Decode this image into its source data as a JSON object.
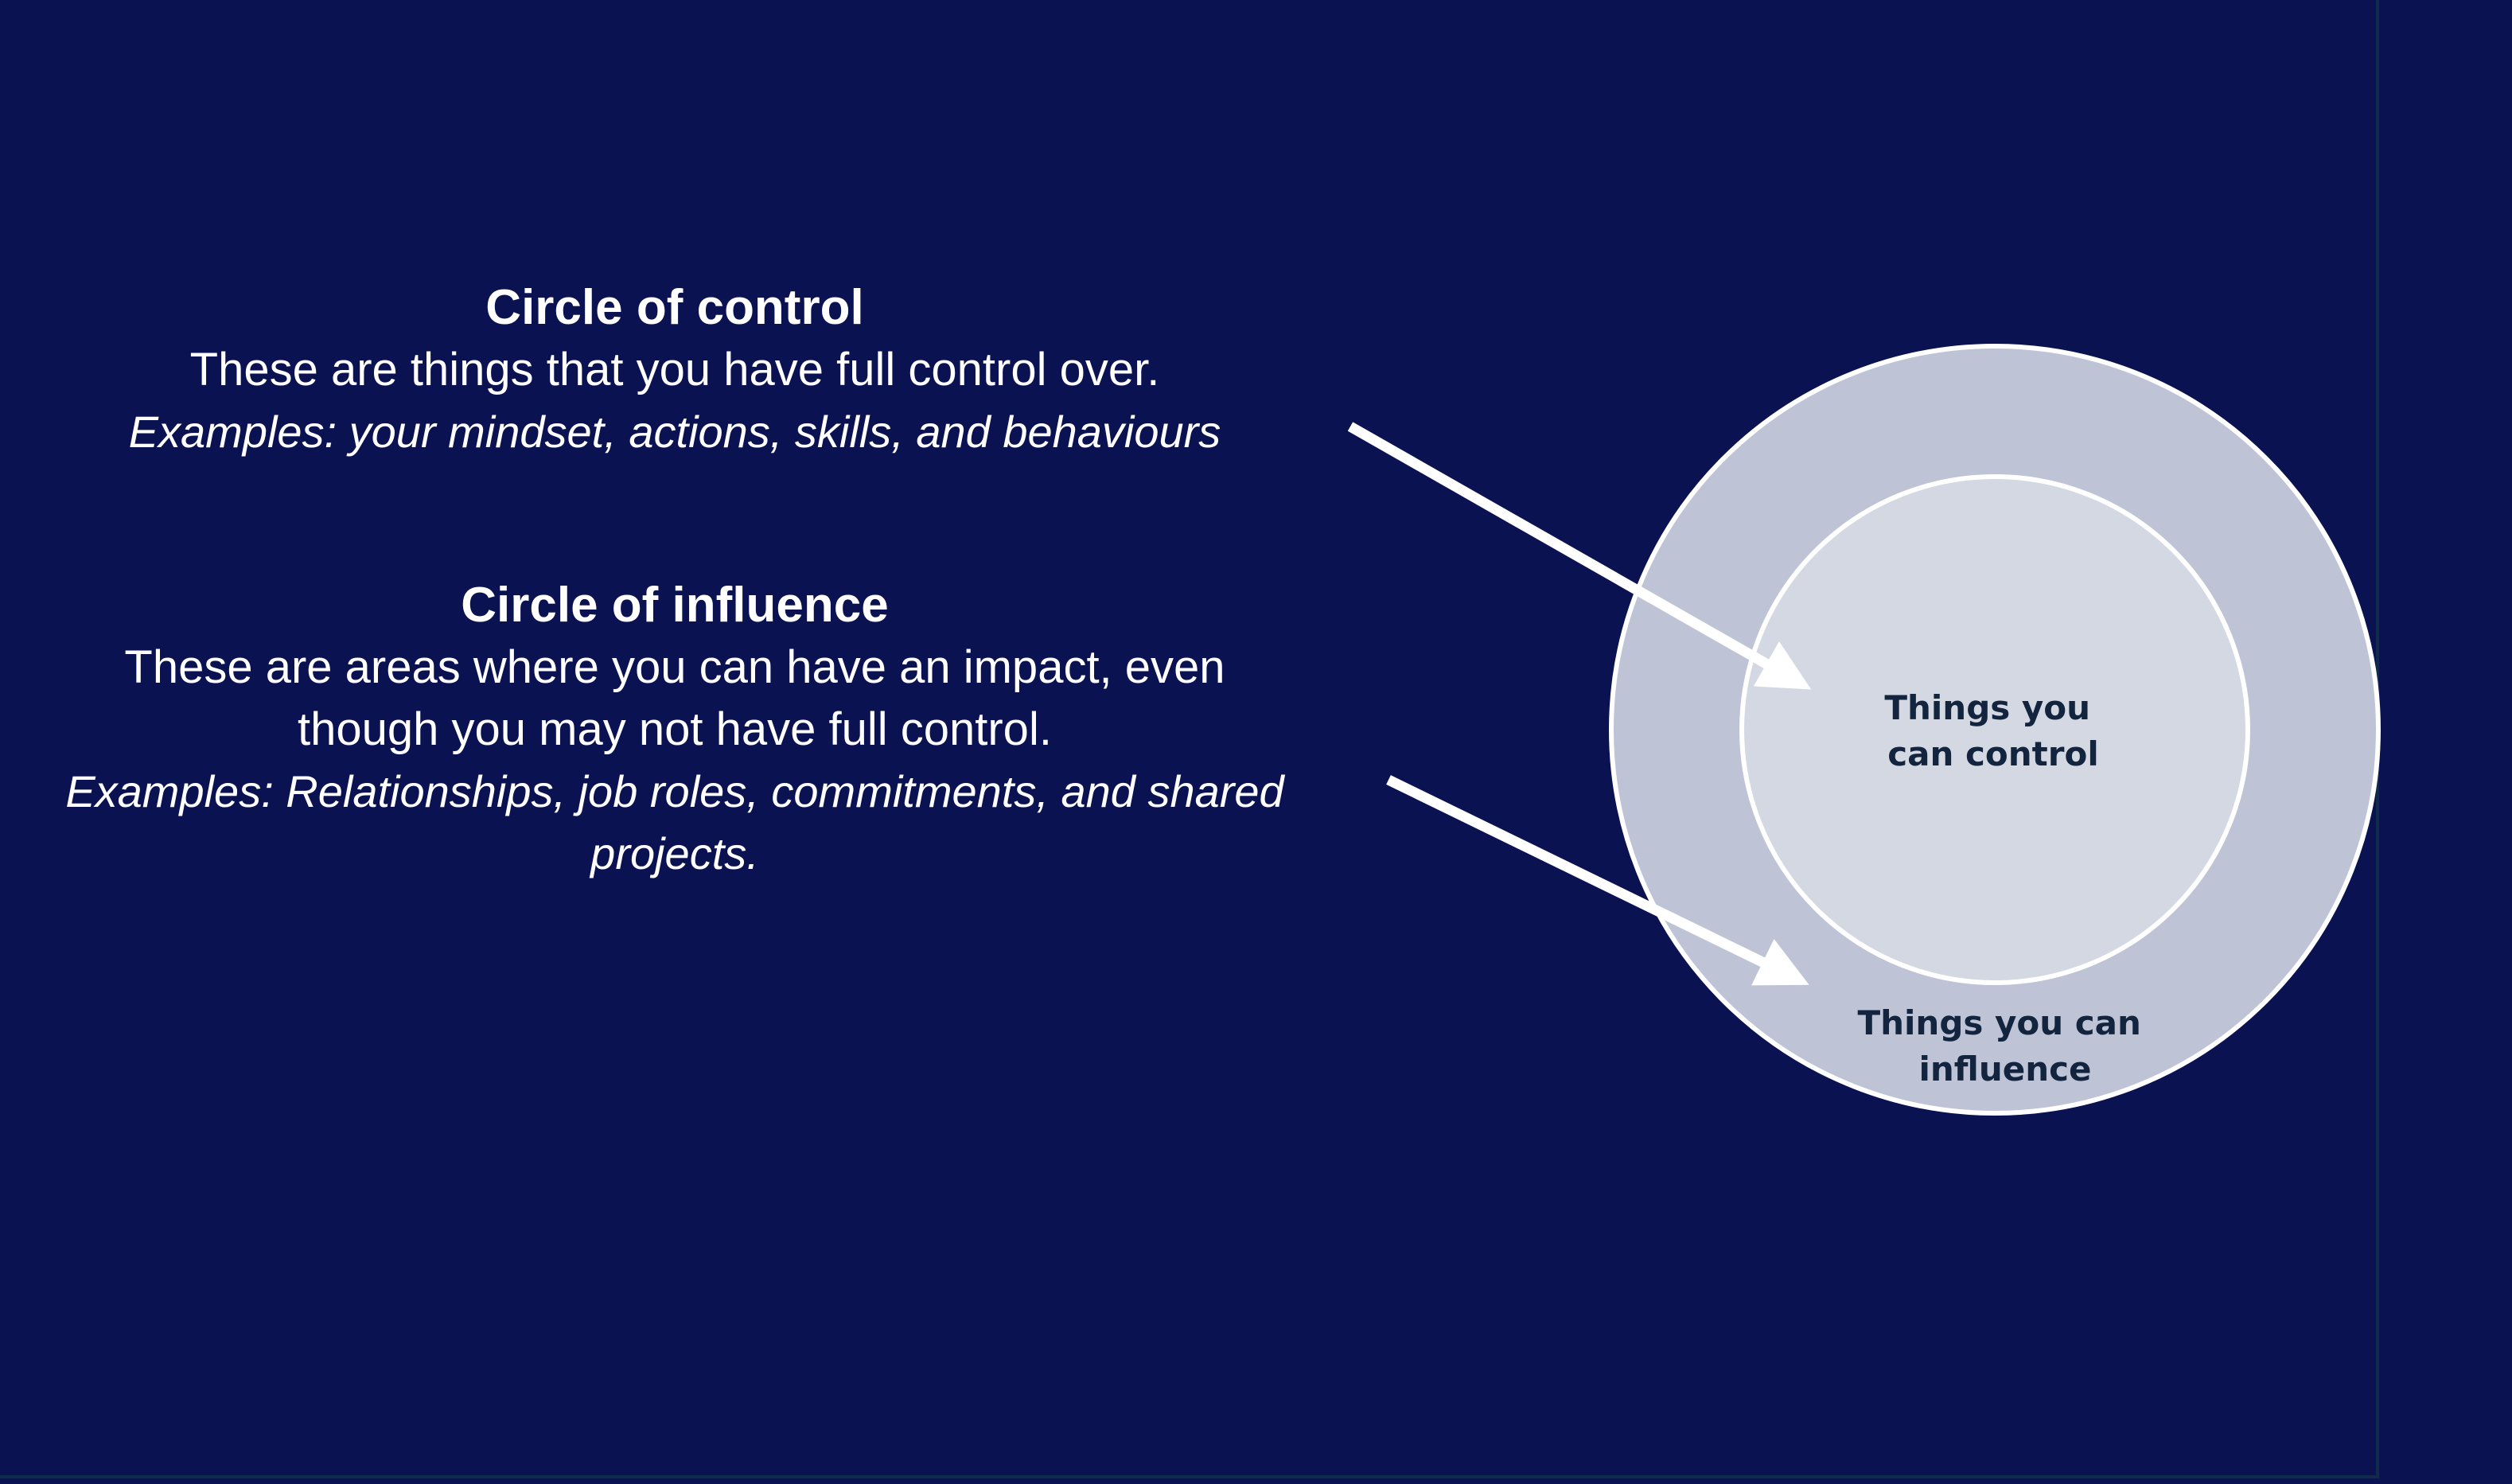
{
  "control": {
    "heading": "Circle of control",
    "description": "These are things that you have full control over.",
    "examples": "Examples: your mindset, actions, skills, and behaviours"
  },
  "influence": {
    "heading": "Circle of influence",
    "description": "These are areas where you can have an impact, even though you may not have full control.",
    "examples": "Examples: Relationships, job roles, commitments, and shared projects."
  },
  "diagram": {
    "inner_label_line1": "Things you",
    "inner_label_line2": "can control",
    "outer_label_line1": "Things you can",
    "outer_label_line2": "influence"
  },
  "colors": {
    "background": "#0a1252",
    "outer_circle": "#bec4d6",
    "inner_circle": "#d3d8e2",
    "label_text": "#13243f",
    "arrow": "#ffffff"
  }
}
